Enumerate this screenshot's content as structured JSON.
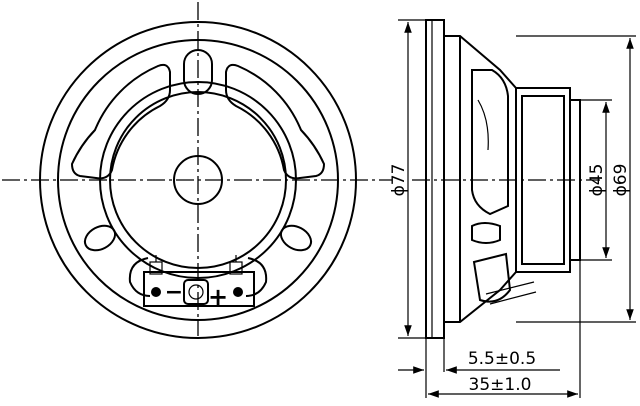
{
  "dimensions": {
    "outer_diameter": "ϕ77",
    "magnet_diameter": "ϕ45",
    "frame_diameter": "ϕ69",
    "flange_depth": "5.5±0.5",
    "overall_depth": "35±1.0"
  },
  "terminal_symbols": {
    "negative": "−",
    "positive": "+"
  }
}
